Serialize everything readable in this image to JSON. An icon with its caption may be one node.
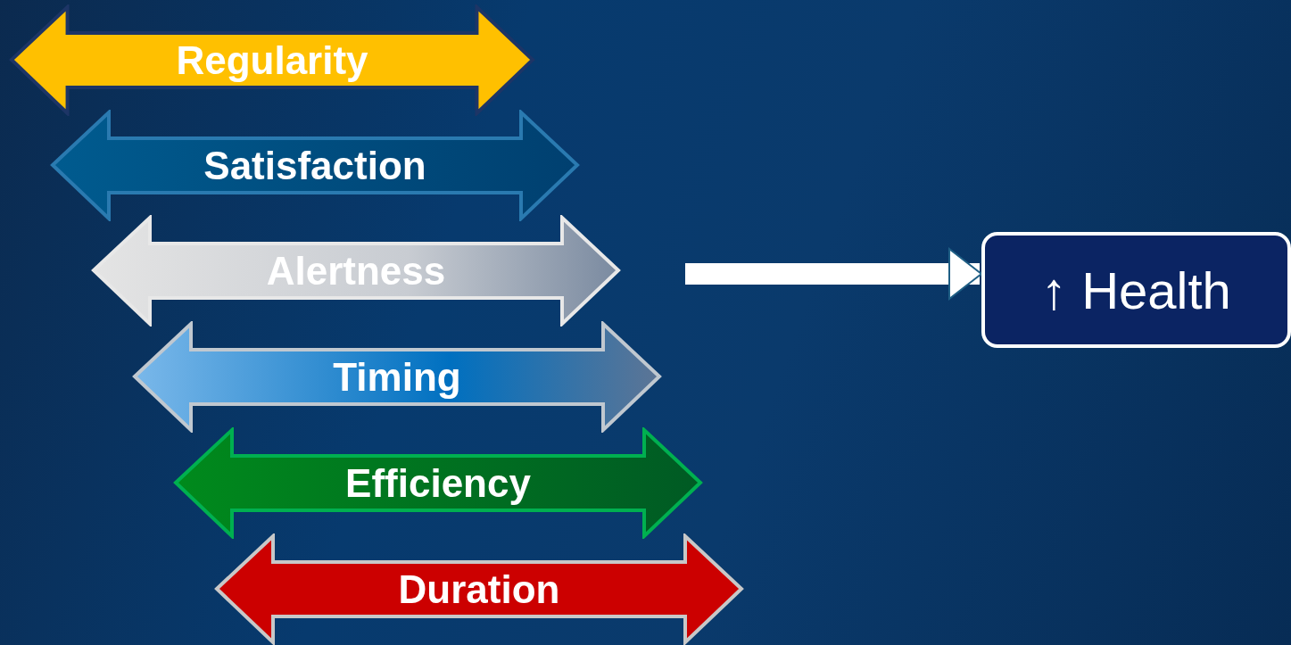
{
  "diagram": {
    "nodes": [
      {
        "text": [
          "Regularity"
        ]
      },
      {
        "text": [
          "Satisfaction"
        ]
      },
      {
        "text": [
          "Alertness"
        ]
      },
      {
        "text": [
          "Timing"
        ]
      },
      {
        "text": [
          "Efficiency"
        ]
      },
      {
        "text": [
          "Duration"
        ]
      },
      {
        "text": [
          "↑ Health"
        ]
      }
    ],
    "edges": [
      {
        "from": null,
        "to": 6,
        "arrow": "to"
      }
    ]
  }
}
